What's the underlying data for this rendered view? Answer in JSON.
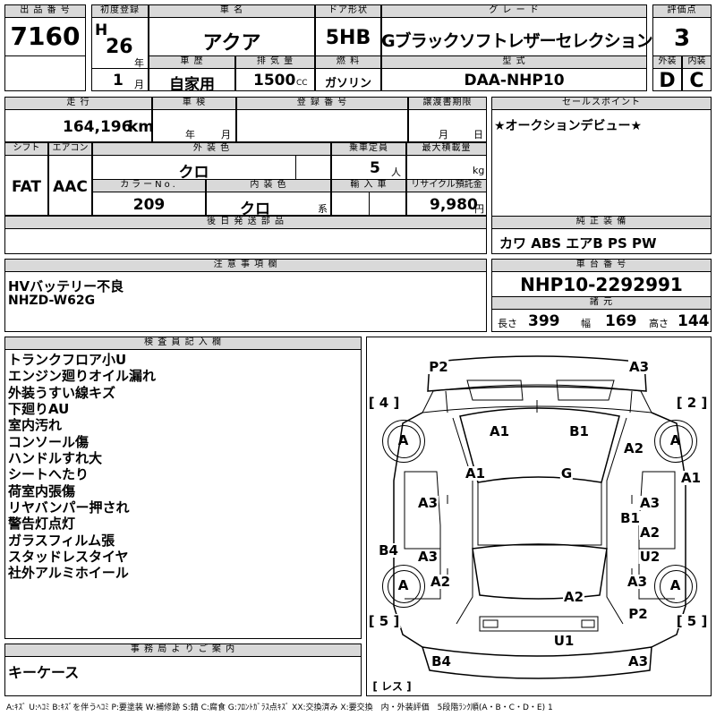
{
  "headers": {
    "lot_no": "出 品 番 号",
    "first_reg": "初度登録",
    "car_name": "車 名",
    "door_type": "ドア形状",
    "grade": "グ レ ー ド",
    "score": "評価点",
    "history": "車 歴",
    "displacement": "排 気 量",
    "fuel": "燃 料",
    "model": "型 式",
    "exterior": "外装",
    "interior": "内装",
    "mileage": "走 行",
    "inspection": "車 検",
    "reg_no": "登 録 番 号",
    "transfer": "譲渡書期限",
    "sales_point": "セールスポイント",
    "shift": "シフト",
    "aircon": "エアコン",
    "ext_color": "外 装 色",
    "capacity": "乗車定員",
    "max_load": "最大積載量",
    "color_no": "カラーNo.",
    "int_color": "内 装 色",
    "import": "輸 入 車",
    "recycle": "リサイクル預託金",
    "later_parts": "後 日 発 送 部 品",
    "equipment": "純 正 装 備",
    "notes": "注 意 事 項 欄",
    "chassis": "車 台 番 号",
    "specs": "諸 元",
    "inspector": "検 査 員 記 入 欄",
    "office": "事 務 局 よ り ご 案 内"
  },
  "lot_number": "7160",
  "era": "H",
  "year": "26",
  "year_unit": "年",
  "month": "1",
  "month_unit": "月",
  "car_name": "アクア",
  "door_type": "5HB",
  "grade": "Gブラックソフトレザーセレクション",
  "score": "3",
  "history": "自家用",
  "displacement": "1500",
  "displacement_unit": "CC",
  "fuel": "ガソリン",
  "model": "DAA-NHP10",
  "exterior_score": "D",
  "interior_score": "C",
  "mileage": "164,196",
  "mileage_unit": "km",
  "inspection_year_unit": "年",
  "inspection_month_unit": "月",
  "transfer_month_unit": "月",
  "transfer_day_unit": "日",
  "sales_point": "★オークションデビュー★",
  "shift": "FAT",
  "aircon": "AAC",
  "ext_color": "クロ",
  "capacity": "5",
  "capacity_unit": "人",
  "max_load_unit": "kg",
  "color_no": "209",
  "int_color": "クロ",
  "int_color_unit": "系",
  "recycle": "9,980",
  "recycle_unit": "円",
  "equipment": "カワ ABS エアB PS PW",
  "notes": [
    "HVバッテリー不良",
    "NHZD-W62G"
  ],
  "chassis_no": "NHP10-2292991",
  "length_label": "長さ",
  "length": "399",
  "width_label": "幅",
  "width": "169",
  "height_label": "高さ",
  "height": "144",
  "inspector_notes": [
    "トランクフロア小U",
    "エンジン廻りオイル漏れ",
    "外装うすい線キズ",
    "下廻りAU",
    "室内汚れ",
    "コンソール傷",
    "ハンドルすれ大",
    "シートへたり",
    "荷室内張傷",
    "リヤバンパー押され",
    "警告灯点灯",
    "ガラスフィルム張",
    "スタッドレスタイヤ",
    "社外アルミホイール"
  ],
  "office_note": "キーケース",
  "diagram": {
    "tires": [
      "A",
      "A",
      "A",
      "A"
    ],
    "labels": [
      "P2",
      "A3",
      "4",
      "2",
      "A1",
      "B1",
      "A2",
      "A1",
      "G",
      "A1",
      "A3",
      "A3",
      "B1",
      "A2",
      "B4",
      "A3",
      "U2",
      "A2",
      "A3",
      "A2",
      "P2",
      "5",
      "5",
      "U1",
      "B4",
      "A3",
      "レス"
    ]
  },
  "legend": "A:ｷｽﾞ U:ﾍｺﾐ B:ｷｽﾞを伴うﾍｺﾐ P:要塗装 W:補修跡 S:錆 C:腐食 G:ﾌﾛﾝﾄｶﾞﾗｽ点ｷｽﾞ XX:交換済み X:要交換　内・外装評価　5段階ﾗﾝｸ順(A・B・C・D・E) 1"
}
